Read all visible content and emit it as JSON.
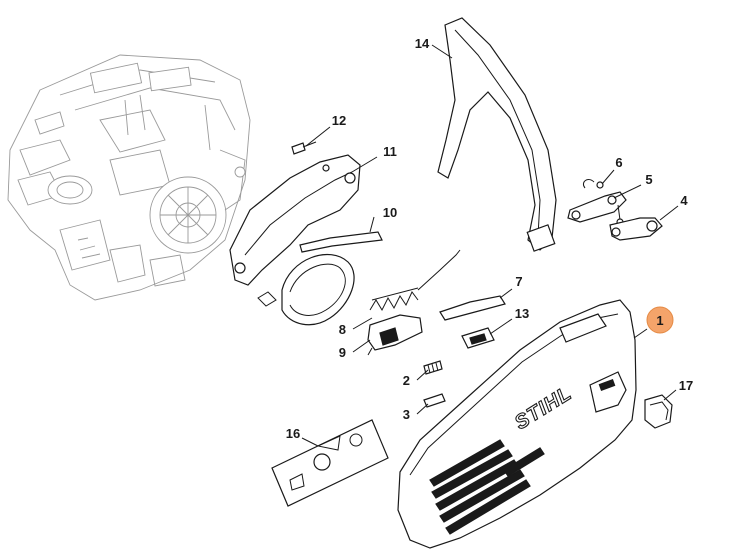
{
  "diagram": {
    "highlight_color": "#f4a46a",
    "callouts": [
      {
        "id": "1",
        "label": "1"
      },
      {
        "id": "2",
        "label": "2"
      },
      {
        "id": "3",
        "label": "3"
      },
      {
        "id": "4",
        "label": "4"
      },
      {
        "id": "5",
        "label": "5"
      },
      {
        "id": "6",
        "label": "6"
      },
      {
        "id": "7",
        "label": "7"
      },
      {
        "id": "8",
        "label": "8"
      },
      {
        "id": "9",
        "label": "9"
      },
      {
        "id": "10",
        "label": "10"
      },
      {
        "id": "11",
        "label": "11"
      },
      {
        "id": "12",
        "label": "12"
      },
      {
        "id": "13",
        "label": "13"
      },
      {
        "id": "14",
        "label": "14"
      },
      {
        "id": "16",
        "label": "16"
      },
      {
        "id": "17",
        "label": "17"
      }
    ],
    "brand_text": "STIHL"
  }
}
